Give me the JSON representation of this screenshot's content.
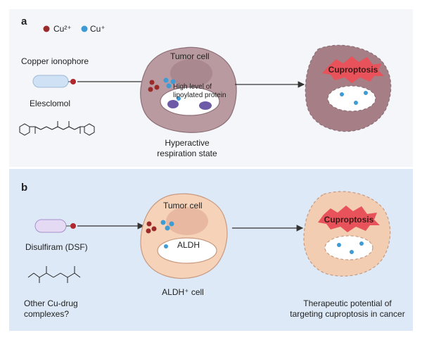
{
  "panel_a": {
    "letter": "a",
    "legend": {
      "cu2": "Cu²⁺",
      "cu1": "Cu⁺"
    },
    "ionophore_label": "Copper ionophore",
    "drug_name": "Elesclomol",
    "cell_title": "Tumor cell",
    "protein_note_line1": "High level of",
    "protein_note_line2": "lipoylated protein",
    "state_line1": "Hyperactive",
    "state_line2": "respiration state",
    "outcome_label": "Cuproptosis"
  },
  "panel_b": {
    "letter": "b",
    "drug_name": "Disulfiram (DSF)",
    "question_line1": "Other Cu-drug",
    "question_line2": "complexes?",
    "cell_title": "Tumor cell",
    "enzyme_label": "ALDH",
    "cell_type": "ALDH⁺ cell",
    "outcome_label": "Cuproptosis",
    "potential_line1": "Therapeutic potential of",
    "potential_line2": "targeting cuproptosis in cancer"
  },
  "colors": {
    "cu2": "#9b2a2a",
    "cu1": "#3f9bd4",
    "burst": "#e8525a"
  }
}
